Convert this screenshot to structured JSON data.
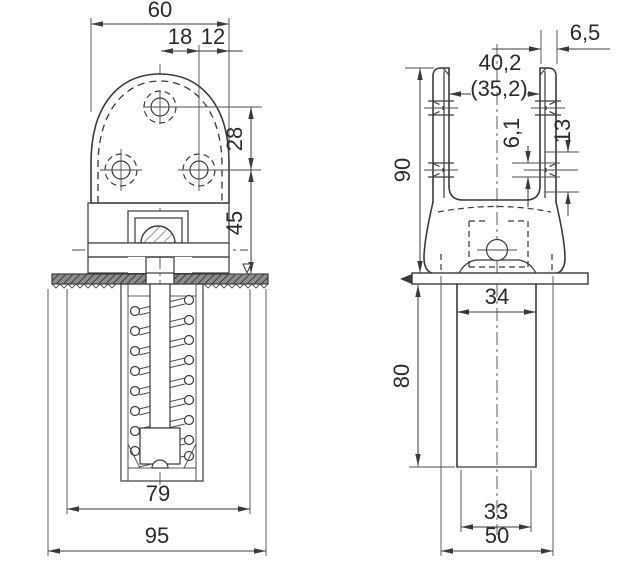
{
  "drawing": {
    "colors": {
      "line": "#3a3a3a",
      "background": "#ffffff",
      "plate_fill": "#8c8c8c",
      "text": "#2a2a2a"
    },
    "front_view": {
      "dims": {
        "top_width": "60",
        "hole_offset": "18",
        "edge_offset": "12",
        "hole_spacing": "28",
        "holes_to_plate": "45",
        "housing_width": "79",
        "plate_width": "95"
      }
    },
    "side_view": {
      "dims": {
        "arm_thickness": "6,5",
        "fork_outer": "40,2",
        "fork_inner": "(35,2)",
        "hole_diameter": "6,1",
        "boss_width": "13",
        "fork_height": "90",
        "tube_width": "34",
        "tube_length": "80",
        "tube_inner_width": "33",
        "base_width": "50"
      }
    }
  }
}
